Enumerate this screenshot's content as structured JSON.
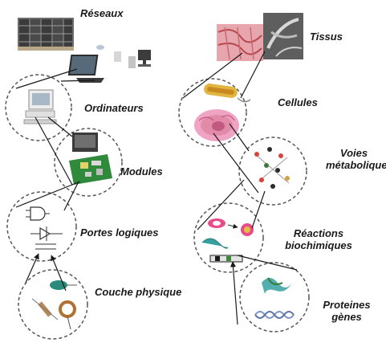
{
  "left_column": {
    "levels": [
      {
        "label": "Réseaux",
        "icon": "server-rack-icon"
      },
      {
        "label": "Ordinateurs",
        "icon": "computer-icon"
      },
      {
        "label": "Modules",
        "icon": "circuit-board-icon"
      },
      {
        "label": "Portes logiques",
        "icon": "logic-gate-icon"
      },
      {
        "label": "Couche physique",
        "icon": "electronic-components-icon"
      }
    ]
  },
  "right_column": {
    "levels": [
      {
        "label": "Tissus",
        "icon": "tissue-micrograph-icon"
      },
      {
        "label": "Cellules",
        "icon": "cell-icon"
      },
      {
        "label_line1": "Voies",
        "label_line2": "métaboliques",
        "icon": "metabolic-pathway-icon"
      },
      {
        "label_line1": "Réactions",
        "label_line2": "biochimiques",
        "icon": "biochemical-reaction-icon"
      },
      {
        "label_line1": "Proteines",
        "label_line2": "gènes",
        "icon": "protein-dna-icon"
      }
    ]
  },
  "colors": {
    "line": "#1a1a1a",
    "circle": "#555555",
    "tissue": "#e7a6ad",
    "cell": "#f0a4c4",
    "board": "#2f8a3c",
    "protein": "#35a0a0",
    "dna": "#7f95c8"
  }
}
